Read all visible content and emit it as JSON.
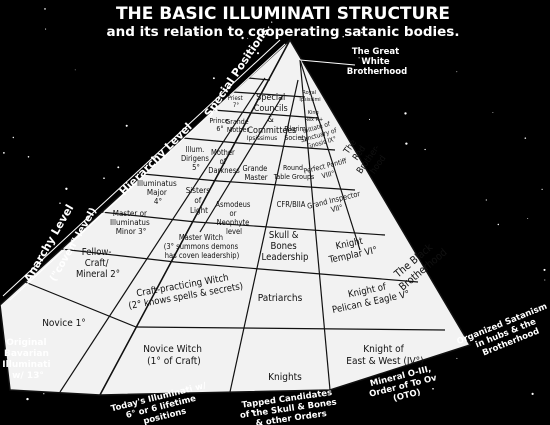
{
  "title": {
    "line1": "THE BASIC ILLUMINATI STRUCTURE",
    "line2": "and its relation to cooperating satanic bodies."
  },
  "side_labels": {
    "special_positions": "Special Positions",
    "hierarchy_level": "Hierarchy Level",
    "anarchy_level": "Anarchy Level",
    "coven_level": "(\"coven\" level)"
  },
  "callouts": {
    "great_white_brotherhood": [
      "The Great",
      "White",
      "Brotherhood"
    ],
    "original_bavarian": [
      "Original",
      "Bavarian",
      "Illuminati",
      "w/ 13°"
    ],
    "todays_illuminati": [
      "Today's Illuminati w/",
      "6° or 6 lifetime",
      "positions"
    ],
    "tapped_candidates": [
      "Tapped Candidates",
      "of the Skull & Bones",
      "& other Orders"
    ],
    "mineral_oto": [
      "Mineral O-III,",
      "Order of To Ov",
      "(OTO)"
    ],
    "organized_satanism": [
      "Organized Satanism",
      "in hubs & the",
      "Brotherhood"
    ]
  },
  "cells": {
    "novice": "Novice 1°",
    "fellow_craft": [
      "Fellow-",
      "Craft/",
      "Mineral 2°"
    ],
    "master_illuminatus": [
      "Master or",
      "Illuminatus",
      "Minor 3°"
    ],
    "illuminatus_major": [
      "Illuminatus",
      "Major",
      "4°"
    ],
    "illum_dirigens": [
      "Illum.",
      "Dirigens",
      "5°"
    ],
    "prince": [
      "Prince",
      "6°"
    ],
    "priest": [
      "Priest",
      "7°"
    ],
    "novice_witch": [
      "Novice Witch",
      "(1° of Craft)"
    ],
    "craft_witch": [
      "Craft-practicing Witch",
      "(2° knows spells & secrets)"
    ],
    "master_witch": [
      "Master Witch",
      "(3° summons demons",
      "has coven leadership)"
    ],
    "sisters_light": [
      "Sisters",
      "of",
      "Light"
    ],
    "mother_darkness": [
      "Mother",
      "of",
      "Darkness"
    ],
    "grande_mother": [
      "Grande",
      "Mother"
    ],
    "asmodeus": [
      "Asmodeus",
      "or",
      "Neophyte",
      "level"
    ],
    "grande_master": [
      "Grande",
      "Master"
    ],
    "ipsissimus": "Ipsissimus",
    "special_councils": [
      "Special",
      "Councils",
      "&",
      "Committees"
    ],
    "knights": "Knights",
    "patriarchs": "Patriarchs",
    "skull_bones": [
      "Skull &",
      "Bones",
      "Leadership"
    ],
    "cfr": "CFR/BIIA",
    "round_table": [
      "Round",
      "Table Groups"
    ],
    "pilgrim": [
      "Pilgrim",
      "Society"
    ],
    "royal": [
      "Royal",
      "Ipsissimi"
    ],
    "king": [
      "King",
      "Rex R+"
    ],
    "knight_east_west": [
      "Knight of",
      "East & West (IV°)"
    ],
    "knight_pelican": [
      "Knight of",
      "Pelican & Eagle V°"
    ],
    "knight_templar": [
      "Knight",
      "Templar VI°"
    ],
    "grand_inspector": [
      "Grand Inspector",
      "VII°"
    ],
    "perfect_pontiff": [
      "Perfect Pontiff",
      "VIII°"
    ],
    "initiate_sanctuary": [
      "Initiate of",
      "Sanctuary of",
      "Gnosis IX°"
    ],
    "black_brotherhood": [
      "The Black",
      "Brotherhood"
    ],
    "red_brotherhood": [
      "The",
      "Red",
      "Brother-",
      "hood"
    ]
  }
}
